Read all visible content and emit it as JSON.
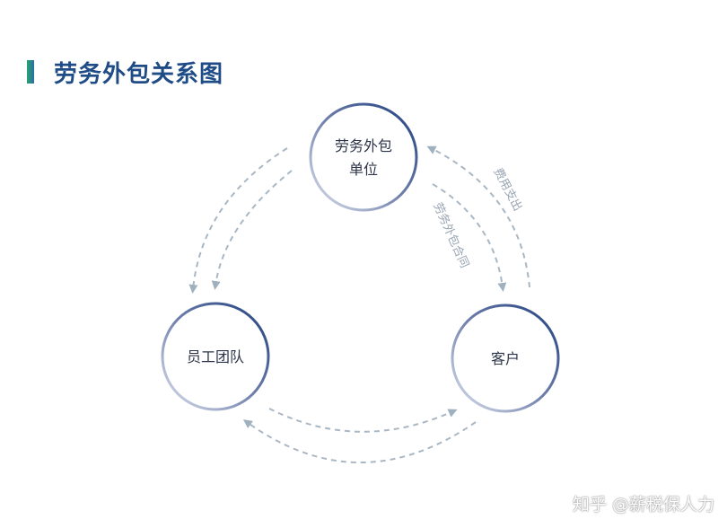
{
  "title": "劳务外包关系图",
  "nodes": {
    "contractor": {
      "line1": "劳务外包",
      "line2": "单位"
    },
    "staff": {
      "label": "员工团队"
    },
    "client": {
      "label": "客户"
    }
  },
  "edge_labels": {
    "fee": "费用支出",
    "contract": "劳务外包合同"
  },
  "watermark": "知乎 @薪税保人力",
  "colors": {
    "node_dark": "#2b4a86",
    "node_light": "#c8cfe6",
    "arrow": "#9fb0bf",
    "title": "#1f4c86"
  }
}
